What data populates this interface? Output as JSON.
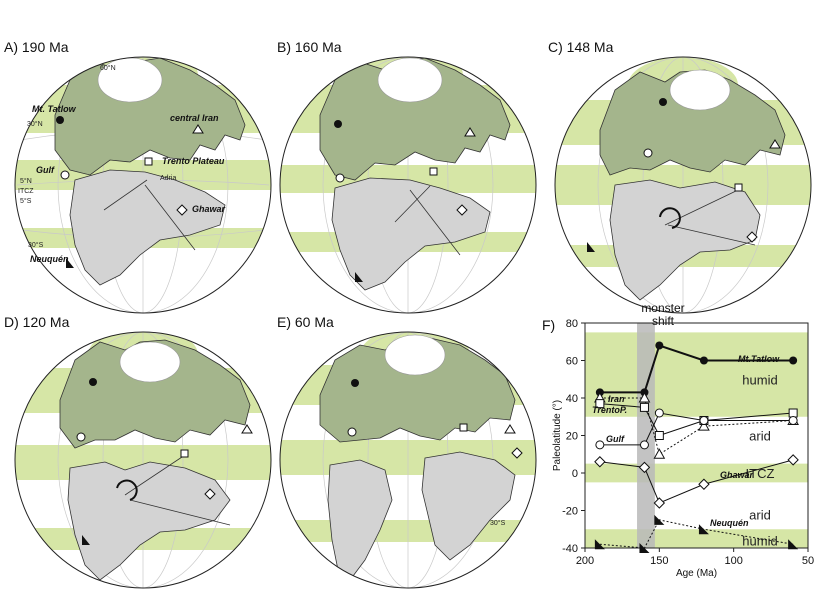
{
  "colors": {
    "green_band": "#d6e6a6",
    "continent_north": "#a4b58c",
    "continent_south": "#d3d3d3",
    "coast": "#333333",
    "shift_bar": "#b9b9b9"
  },
  "panels": [
    {
      "label": "A) 190 Ma"
    },
    {
      "label": "B) 160 Ma"
    },
    {
      "label": "C) 148 Ma"
    },
    {
      "label": "D) 120 Ma"
    },
    {
      "label": "E) 60 Ma"
    }
  ],
  "panel_a": {
    "mt_tatlow": "Mt. Tatlow",
    "central_iran": "central Iran",
    "trento": "Trento Plateau",
    "adria": "Adria",
    "gulf": "Gulf",
    "ghawar": "Ghawar",
    "neuquen": "Neuquén",
    "lat_60": "60°N",
    "lat_30n": "30°N",
    "lat_5n": "5°N",
    "itcz": "ITCZ",
    "lat_5s": "5°S",
    "lat_30s": "30°S"
  },
  "panel_e": {
    "lat_30s": "30°S"
  },
  "chart_panel_label": "F)",
  "chart_data": {
    "type": "line",
    "xlabel": "Age (Ma)",
    "ylabel": "Paleolatitude (°)",
    "xlim": [
      200,
      50
    ],
    "ylim": [
      -40,
      80
    ],
    "xticks": [
      200,
      150,
      100,
      50
    ],
    "yticks": [
      -40,
      -20,
      0,
      20,
      40,
      60,
      80
    ],
    "shift_label": "monster shift",
    "shift_range": [
      165,
      153
    ],
    "zones": [
      {
        "label": "humid",
        "y": [
          30,
          75
        ],
        "value_label_y": 50
      },
      {
        "label": "arid",
        "y": [
          5,
          30
        ],
        "value_label_y": 20
      },
      {
        "label": "ITCZ",
        "y": [
          -5,
          5
        ],
        "value_label_y": 0
      },
      {
        "label": "arid",
        "y": [
          -30,
          -5
        ],
        "value_label_y": -22
      },
      {
        "label": "humid",
        "y": [
          -40,
          -30
        ],
        "value_label_y": -36
      }
    ],
    "series": [
      {
        "name": "Mt.Tatlow",
        "marker": "filled-circle",
        "x": [
          190,
          160,
          150,
          120,
          60
        ],
        "y": [
          43,
          43,
          68,
          60,
          60
        ]
      },
      {
        "name": "Iran",
        "marker": "triangle",
        "x": [
          190,
          160,
          150,
          120,
          60
        ],
        "y": [
          40,
          40,
          10,
          25,
          28
        ]
      },
      {
        "name": "TrentoP.",
        "marker": "square",
        "x": [
          190,
          160,
          150,
          120,
          60
        ],
        "y": [
          37,
          35,
          20,
          28,
          32
        ]
      },
      {
        "name": "Gulf",
        "marker": "circle",
        "x": [
          190,
          160,
          150,
          120,
          60
        ],
        "y": [
          15,
          15,
          32,
          28,
          28
        ]
      },
      {
        "name": "Ghawar",
        "marker": "diamond",
        "x": [
          190,
          160,
          150,
          120,
          60
        ],
        "y": [
          6,
          3,
          -16,
          -6,
          7
        ]
      },
      {
        "name": "Neuquén",
        "marker": "filled-triangle",
        "x": [
          190,
          160,
          150,
          120,
          60
        ],
        "y": [
          -38,
          -40,
          -25,
          -30,
          -38
        ]
      }
    ]
  }
}
